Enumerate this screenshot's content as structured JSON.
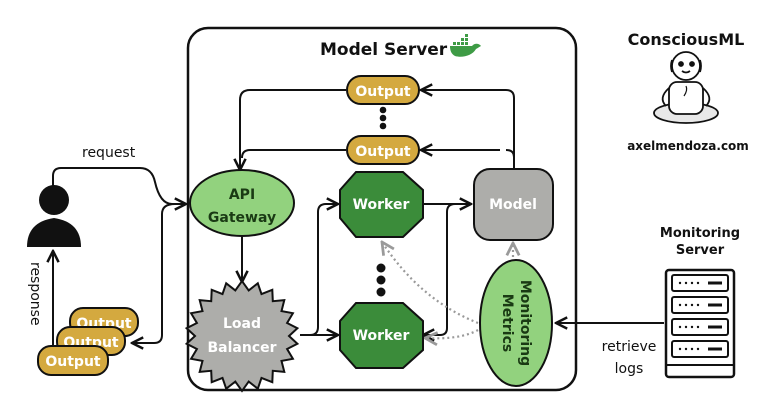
{
  "title": "Model Server",
  "brand": {
    "name": "ConsciousML",
    "url": "axelmendoza.com"
  },
  "nodes": {
    "output_top": "Output",
    "output_mid": "Output",
    "api_gateway": [
      "API",
      "Gateway"
    ],
    "load_balancer": [
      "Load",
      "Balancer"
    ],
    "worker_top": "Worker",
    "worker_bottom": "Worker",
    "model": "Model",
    "monitoring_metrics": [
      "Monitoring",
      "Metrics"
    ],
    "client_outputs": [
      "Output",
      "Output",
      "Output"
    ]
  },
  "labels": {
    "request": "request",
    "response": "response",
    "retrieve_logs": [
      "retrieve",
      "logs"
    ]
  },
  "monitoring_server": [
    "Monitoring",
    "Server"
  ],
  "colors": {
    "output_fill": "#d4a93f",
    "green_light": "#92d27e",
    "green_dark": "#3b8c3a",
    "gray_fill": "#adadaa",
    "stroke": "#111111",
    "dotted": "#9a9a9a",
    "docker_green": "#3e9b45"
  }
}
